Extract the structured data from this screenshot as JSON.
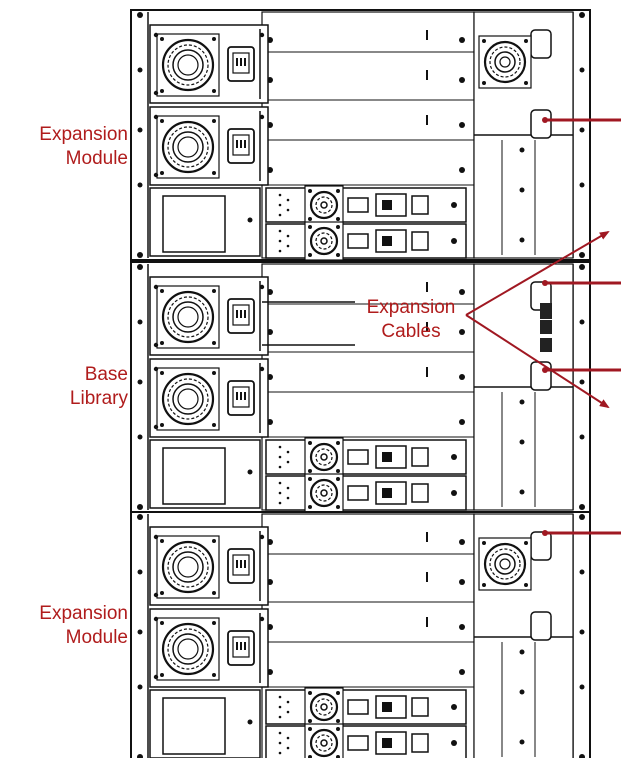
{
  "labels": {
    "top_module": [
      "Expansion",
      "Module"
    ],
    "base": [
      "Base",
      "Library"
    ],
    "bottom_module": [
      "Expansion",
      "Module"
    ],
    "cables": [
      "Expansion",
      "Cables"
    ]
  },
  "colors": {
    "label": "#b01c1c",
    "cable": "#a01822",
    "line": "#111111",
    "chassis": "#ffffff"
  },
  "units": [
    {
      "id": "top-expansion-module",
      "role": "expansion"
    },
    {
      "id": "base-library",
      "role": "base"
    },
    {
      "id": "bottom-expansion-module",
      "role": "expansion"
    }
  ]
}
